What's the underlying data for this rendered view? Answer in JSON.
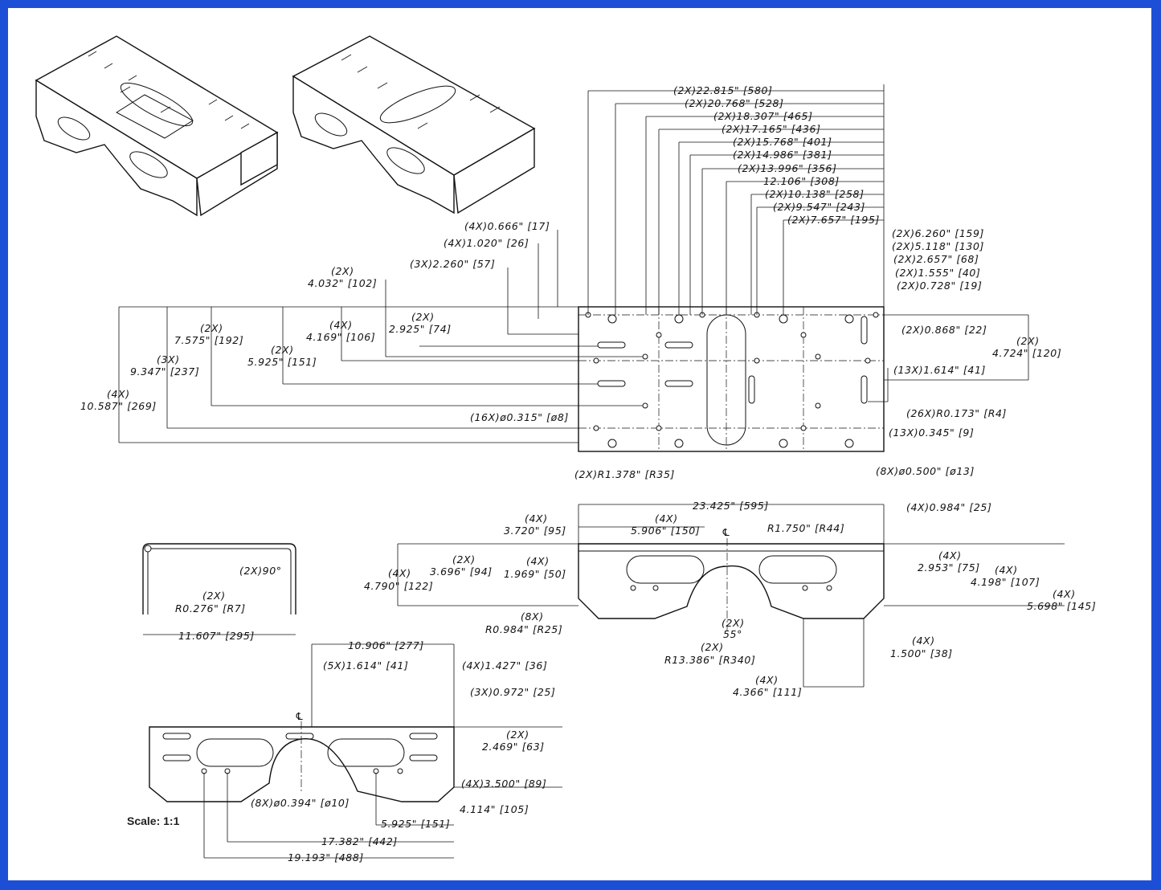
{
  "border_color": "#1d4fd6",
  "scale_label": "Scale: 1:1",
  "centerline_symbol": "℄",
  "top_view": {
    "horizontal_dims": [
      "(2X)22.815\" [580]",
      "(2X)20.768\" [528]",
      "(2X)18.307\" [465]",
      "(2X)17.165\" [436]",
      "(2X)15.768\" [401]",
      "(2X)14.986\" [381]",
      "(2X)13.996\" [356]",
      "12.106\" [308]",
      "(2X)10.138\" [258]",
      "(2X)9.547\" [243]",
      "(2X)7.657\" [195]"
    ],
    "right_dims": [
      "(2X)6.260\" [159]",
      "(2X)5.118\" [130]",
      "(2X)2.657\" [68]",
      "(2X)1.555\" [40]",
      "(2X)0.728\" [19]",
      "(2X)0.868\" [22]",
      "(13X)1.614\" [41]",
      "(26X)R0.173\" [R4]",
      "(13X)0.345\" [9]",
      "(8X)ø0.500\" [ø13]"
    ],
    "right_height_qty": "(2X)",
    "right_height": "4.724\" [120]",
    "top_left_dims": [
      "(4X)0.666\" [17]",
      "(4X)1.020\" [26]",
      "(3X)2.260\" [57]"
    ],
    "vertical_dims": [
      {
        "qty": "(2X)",
        "value": "4.032\" [102]"
      },
      {
        "qty": "(2X)",
        "value": "2.925\" [74]"
      },
      {
        "qty": "(4X)",
        "value": "4.169\" [106]"
      },
      {
        "qty": "(2X)",
        "value": "7.575\" [192]"
      },
      {
        "qty": "(2X)",
        "value": "5.925\" [151]"
      },
      {
        "qty": "(3X)",
        "value": "9.347\" [237]"
      },
      {
        "qty": "(4X)",
        "value": "10.587\" [269]"
      }
    ],
    "hole_callout": "(16X)ø0.315\" [ø8]",
    "slot_radius": "(2X)R1.378\" [R35]"
  },
  "side_view": {
    "overall_width": "23.425\" [595]",
    "flange": "(4X)0.984\" [25]",
    "radius_top": "R1.750\" [R44]",
    "left_dims": [
      {
        "qty": "(4X)",
        "value": "3.720\" [95]"
      },
      {
        "qty": "(4X)",
        "value": "5.906\" [150]"
      },
      {
        "qty": "(2X)",
        "value": "3.696\" [94]"
      },
      {
        "qty": "(4X)",
        "value": "1.969\" [50]"
      },
      {
        "qty": "(4X)",
        "value": "4.790\" [122]"
      }
    ],
    "right_dims": [
      {
        "qty": "(4X)",
        "value": "2.953\" [75]"
      },
      {
        "qty": "(4X)",
        "value": "4.198\" [107]"
      },
      {
        "qty": "(4X)",
        "value": "5.698\" [145]"
      },
      {
        "qty": "(4X)",
        "value": "1.500\" [38]"
      },
      {
        "qty": "(4X)",
        "value": "4.366\" [111]"
      }
    ],
    "bend_radius_qty": "(8X)",
    "bend_radius": "R0.984\" [R25]",
    "angle_qty": "(2X)",
    "angle": "55°",
    "arc_radius_qty": "(2X)",
    "arc_radius": "R13.386\" [R340]"
  },
  "end_view": {
    "angle": "(2X)90°",
    "radius_qty": "(2X)",
    "radius": "R0.276\" [R7]",
    "width": "11.607\" [295]"
  },
  "bottom_view": {
    "top_width": "10.906\" [277]",
    "dims_left": "(5X)1.614\" [41]",
    "dims_right": "(4X)1.427\" [36]",
    "dim_a": "(3X)0.972\" [25]",
    "height_qty": "(2X)",
    "height": "2.469\" [63]",
    "height2": "(4X)3.500\" [89]",
    "hole_callout": "(8X)ø0.394\" [ø10]",
    "dim_b": "4.114\" [105]",
    "dim_c": "5.925\" [151]",
    "dim_d": "17.382\" [442]",
    "dim_e": "19.193\" [488]"
  }
}
